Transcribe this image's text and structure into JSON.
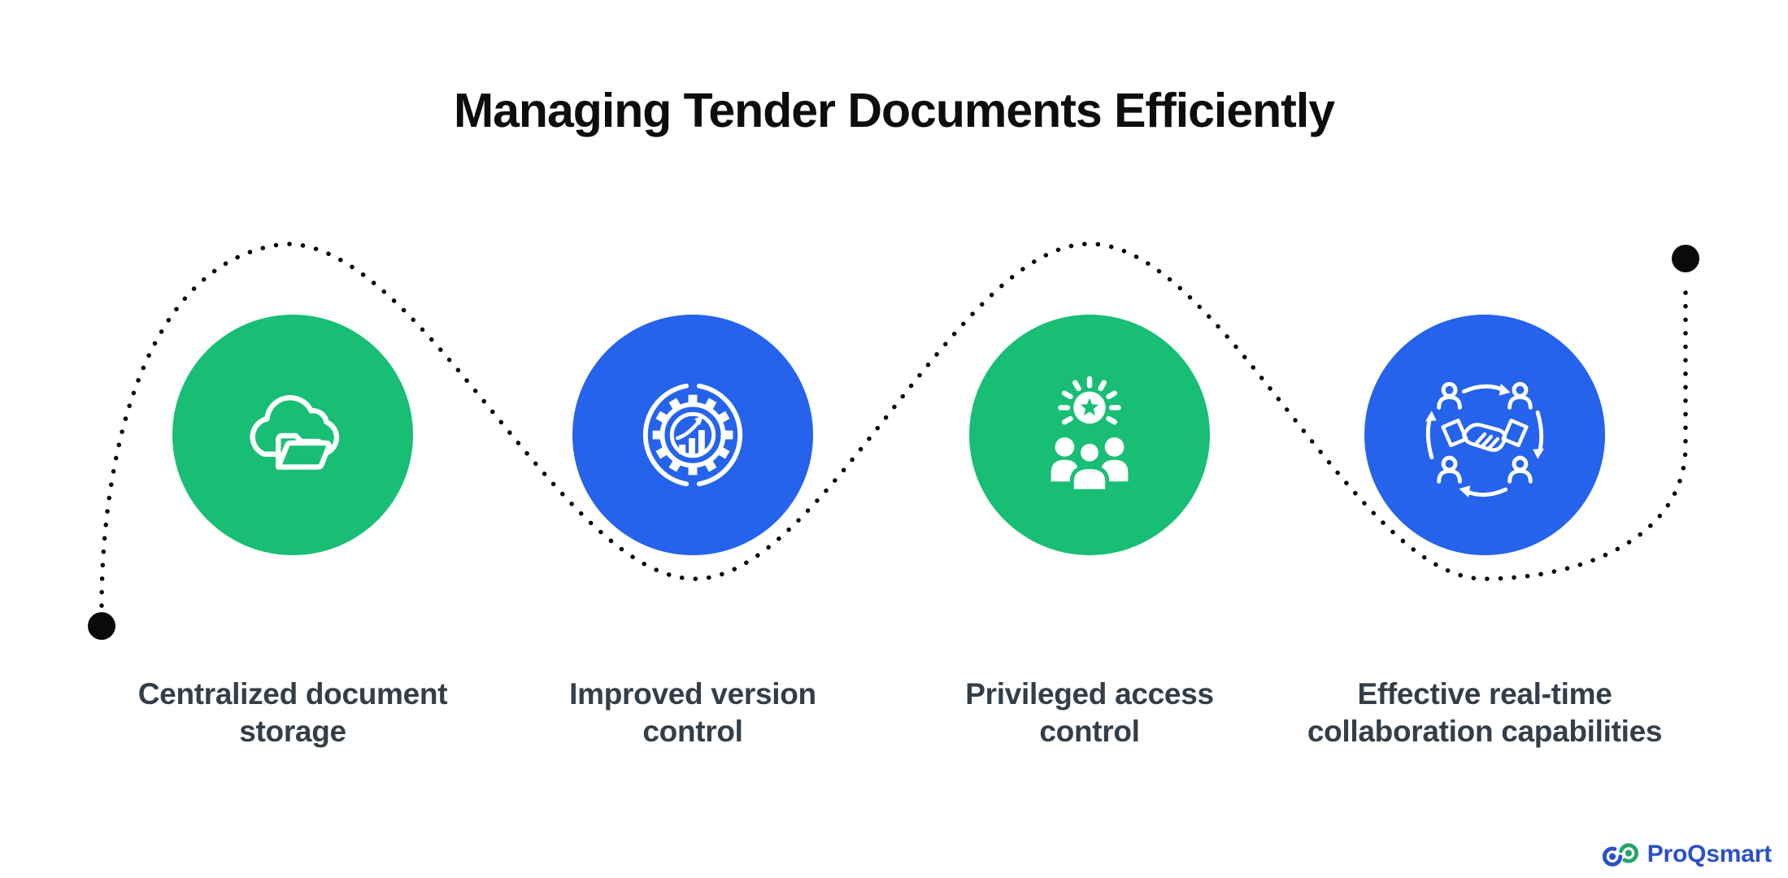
{
  "title": "Managing Tender Documents Efficiently",
  "steps": [
    {
      "label_line1": "Centralized document",
      "label_line2": "storage",
      "icon": "cloud-folder-icon",
      "circle_color": "#18BE74"
    },
    {
      "label_line1": "Improved version",
      "label_line2": "control",
      "icon": "gear-growth-chart-icon",
      "circle_color": "#2563EC"
    },
    {
      "label_line1": "Privileged access",
      "label_line2": "control",
      "icon": "team-star-icon",
      "circle_color": "#18BE74"
    },
    {
      "label_line1": "Effective real-time",
      "label_line2": "collaboration capabilities",
      "icon": "handshake-collaboration-icon",
      "circle_color": "#2563EC"
    }
  ],
  "colors": {
    "green": "#18BE74",
    "blue": "#2563EC",
    "title_text": "#0D0D0D",
    "label_text": "#333E48",
    "connector_dots": "#0A0A0A"
  },
  "logo": {
    "text": "ProQsmart",
    "blue": "#2B50C8",
    "green": "#23A56A"
  }
}
